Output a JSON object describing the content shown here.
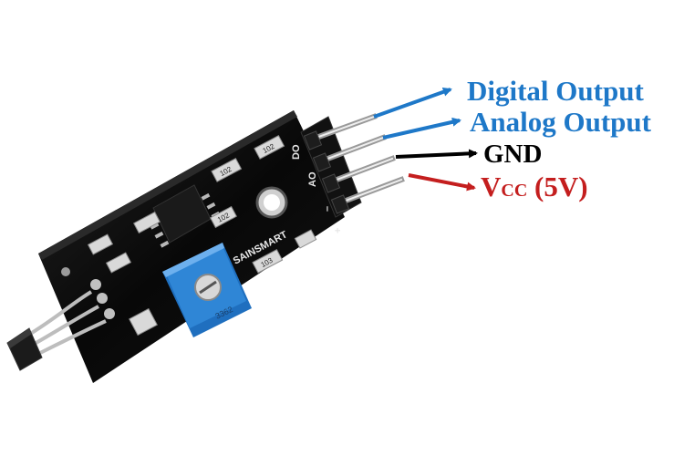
{
  "colors": {
    "digital": "#1e78c8",
    "analog": "#1e78c8",
    "gnd": "#000000",
    "vcc": "#c41e1e",
    "board": "#0b0b0b",
    "potentiometer": "#2f86d6"
  },
  "pins": {
    "digital": {
      "label": "Digital Output"
    },
    "analog": {
      "label": "Analog Output"
    },
    "gnd": {
      "label": "GND"
    },
    "vcc": {
      "label_main": "V",
      "label_sub": "CC",
      "label_rest": " (5V)"
    }
  },
  "board": {
    "brand": "SAINSMART",
    "pin_marks": [
      "DO",
      "AO",
      "–",
      "+"
    ],
    "resistor_codes": [
      "102",
      "102",
      "102",
      "103"
    ],
    "trimmer_code": "3362"
  },
  "icons": [
    "hall-sensor-icon",
    "potentiometer-icon",
    "ic-chip-icon",
    "arrow-icon"
  ]
}
